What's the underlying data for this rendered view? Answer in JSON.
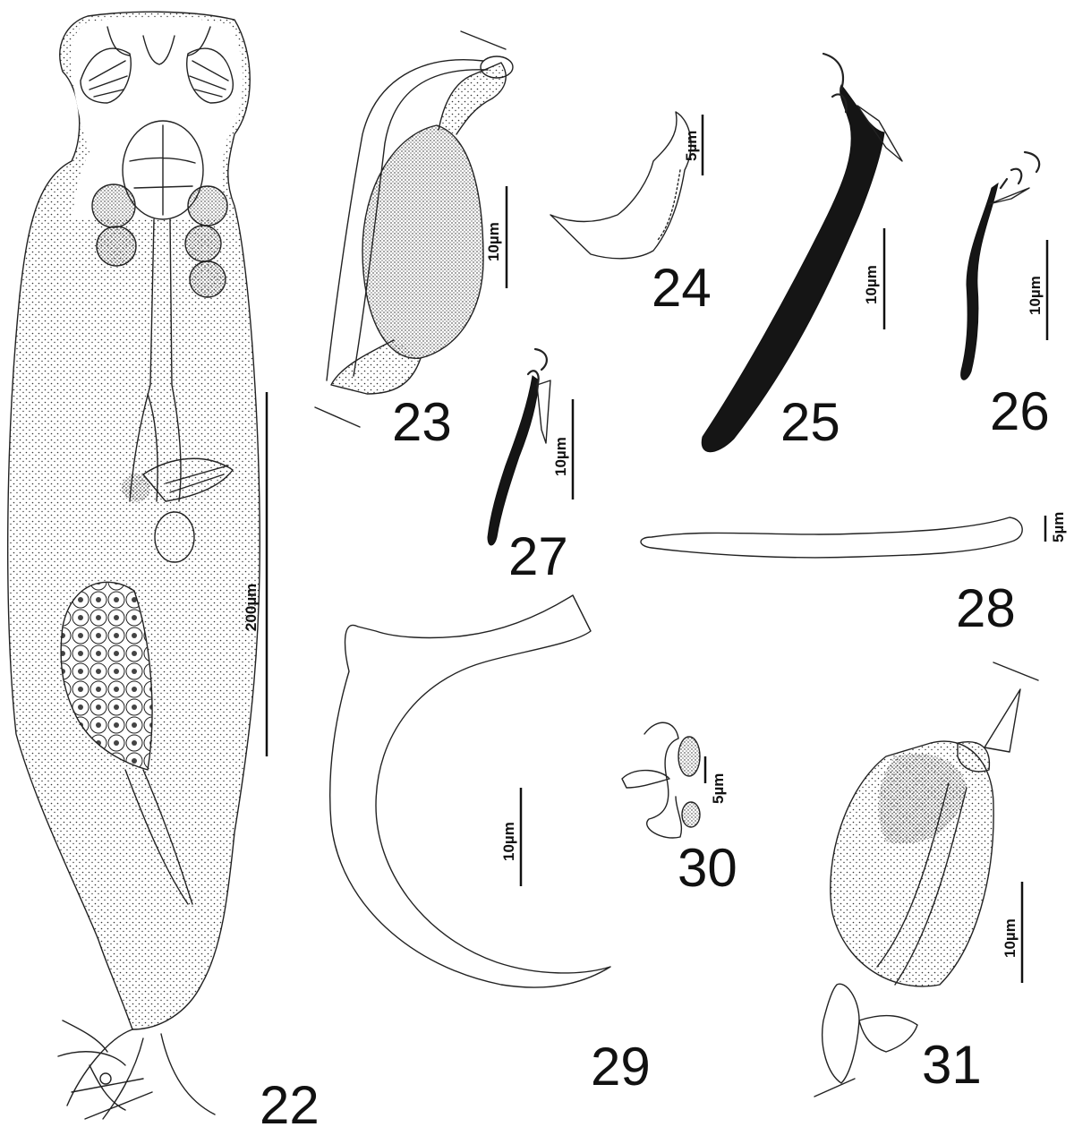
{
  "figures": [
    {
      "id": "fig-22",
      "number": "22",
      "scale": "200µm"
    },
    {
      "id": "fig-23",
      "number": "23",
      "scale": "10µm"
    },
    {
      "id": "fig-24",
      "number": "24",
      "scale": "5µm"
    },
    {
      "id": "fig-25",
      "number": "25",
      "scale": "10µm"
    },
    {
      "id": "fig-26",
      "number": "26",
      "scale": "10µm"
    },
    {
      "id": "fig-27",
      "number": "27",
      "scale": "10µm"
    },
    {
      "id": "fig-28",
      "number": "28",
      "scale": "5µm"
    },
    {
      "id": "fig-29",
      "number": "29",
      "scale": "10µm"
    },
    {
      "id": "fig-30",
      "number": "30",
      "scale": "5µm"
    },
    {
      "id": "fig-31",
      "number": "31",
      "scale": "10µm"
    }
  ]
}
